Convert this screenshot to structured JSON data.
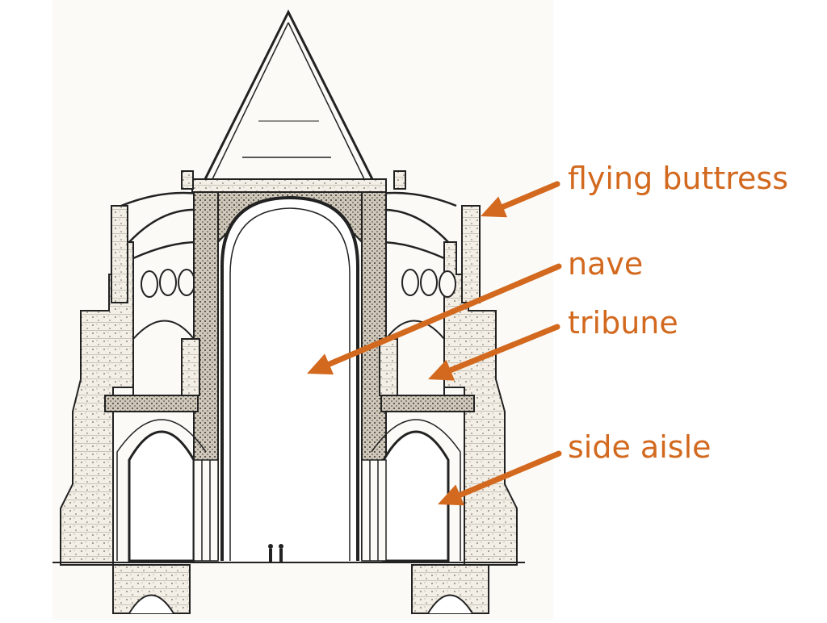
{
  "diagram": {
    "colors": {
      "accent": "#d2691e",
      "ink": "#222222",
      "paper": "#fbfaf7"
    },
    "labels": [
      {
        "id": "flying-buttress",
        "text": "flying buttress"
      },
      {
        "id": "nave",
        "text": "nave"
      },
      {
        "id": "tribune",
        "text": "tribune"
      },
      {
        "id": "side-aisle",
        "text": "side aisle"
      }
    ]
  }
}
